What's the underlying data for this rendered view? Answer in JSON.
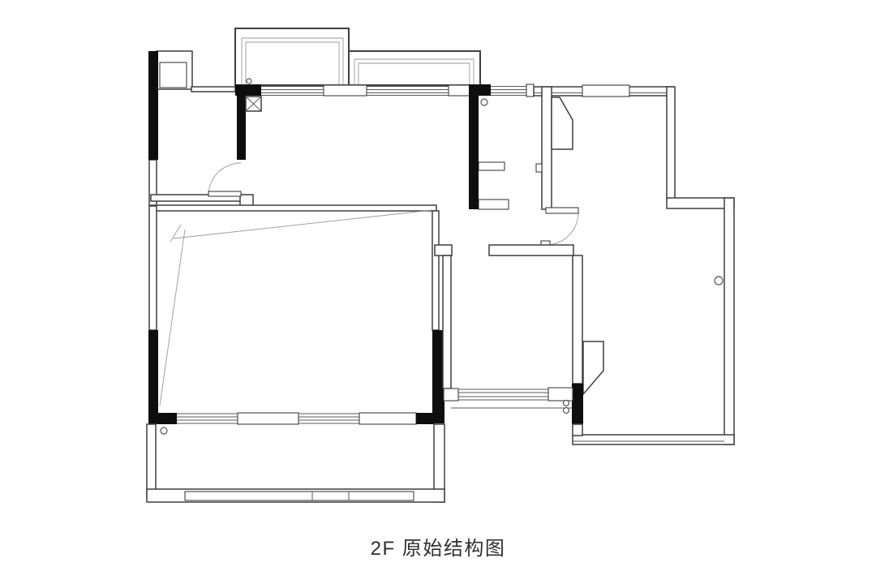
{
  "caption": {
    "text": "2F 原始结构图"
  },
  "plan": {
    "floor_label": "2F",
    "drawing_title": "原始结构图",
    "drawing_type": "original-structure-floor-plan"
  },
  "colors": {
    "background": "#ffffff",
    "wall_line": "#3f3f3f",
    "wall_fill": "#0e0e0e",
    "window_line": "#5a5a5a",
    "annotation_line": "#9a9a9a",
    "caption_text": "#303030"
  }
}
